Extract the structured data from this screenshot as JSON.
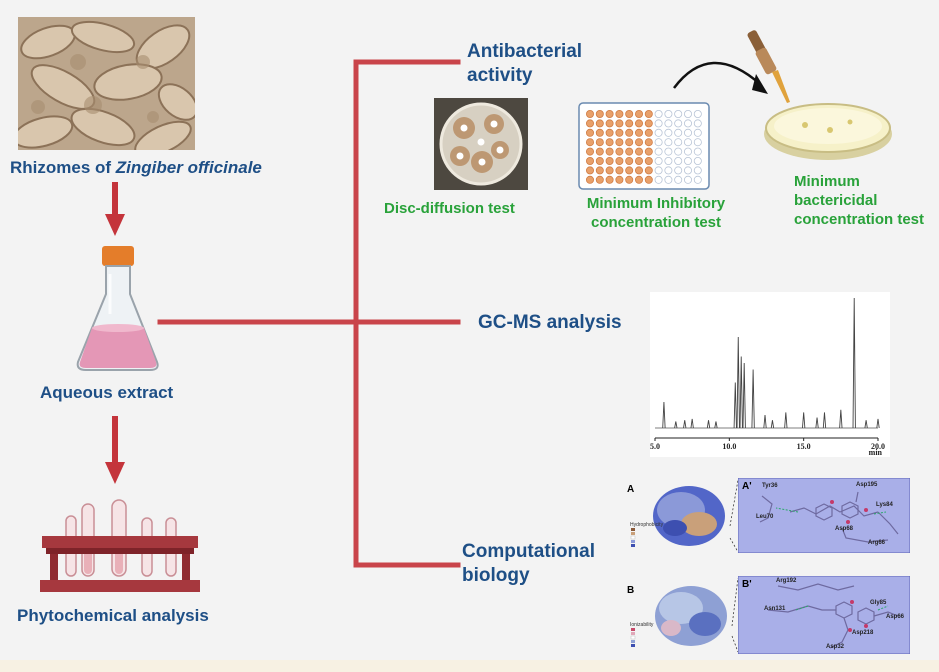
{
  "left_column": {
    "rhizome_label_prefix": "Rhizomes of ",
    "rhizome_label_species": "Zingiber officinale",
    "extract_label": "Aqueous extract",
    "phytochemical_label": "Phytochemical analysis"
  },
  "branches": {
    "antibacterial": {
      "title_line1": "Antibacterial",
      "title_line2": "activity"
    },
    "gcms": {
      "title": "GC-MS analysis"
    },
    "computational": {
      "title_line1": "Computational",
      "title_line2": "biology"
    }
  },
  "antibacterial_tests": {
    "disc": "Disc-diffusion test",
    "mic_line1": "Minimum Inhibitory",
    "mic_line2": "concentration test",
    "mbc_line1": "Minimum",
    "mbc_line2": "bactericidal",
    "mbc_line3": "concentration test"
  },
  "chromatogram": {
    "x_ticks": [
      "5.0",
      "10.0",
      "15.0",
      "20.0"
    ],
    "x_unit": "min",
    "peaks": [
      {
        "t": 5.6,
        "h": 0.2
      },
      {
        "t": 6.4,
        "h": 0.05
      },
      {
        "t": 7.0,
        "h": 0.06
      },
      {
        "t": 7.5,
        "h": 0.07
      },
      {
        "t": 8.6,
        "h": 0.06
      },
      {
        "t": 9.1,
        "h": 0.05
      },
      {
        "t": 10.4,
        "h": 0.35
      },
      {
        "t": 10.6,
        "h": 0.7
      },
      {
        "t": 10.8,
        "h": 0.55
      },
      {
        "t": 11.0,
        "h": 0.5
      },
      {
        "t": 11.6,
        "h": 0.45
      },
      {
        "t": 12.4,
        "h": 0.1
      },
      {
        "t": 12.9,
        "h": 0.06
      },
      {
        "t": 13.8,
        "h": 0.12
      },
      {
        "t": 15.0,
        "h": 0.12
      },
      {
        "t": 15.9,
        "h": 0.08
      },
      {
        "t": 16.4,
        "h": 0.12
      },
      {
        "t": 17.5,
        "h": 0.14
      },
      {
        "t": 18.4,
        "h": 1.0
      },
      {
        "t": 19.2,
        "h": 0.06
      },
      {
        "t": 20.0,
        "h": 0.07
      }
    ]
  },
  "docking": {
    "panel_a": "A",
    "panel_a_prime": "A'",
    "panel_b": "B",
    "panel_b_prime": "B'",
    "residues_a": [
      "Tyr36",
      "Asp195",
      "Lys84",
      "Leu70",
      "Asp68",
      "Arg66"
    ],
    "residues_b": [
      "Arg192",
      "Asn131",
      "Gly85",
      "Asp66",
      "Asp218",
      "Asp32"
    ],
    "legend_a": "Hydrophobicity",
    "legend_b": "Ionizability"
  },
  "colors": {
    "tree_line": "#c9444a",
    "arrow": "#c4343b",
    "title_blue": "#1e4f86",
    "test_green": "#29a23a"
  }
}
